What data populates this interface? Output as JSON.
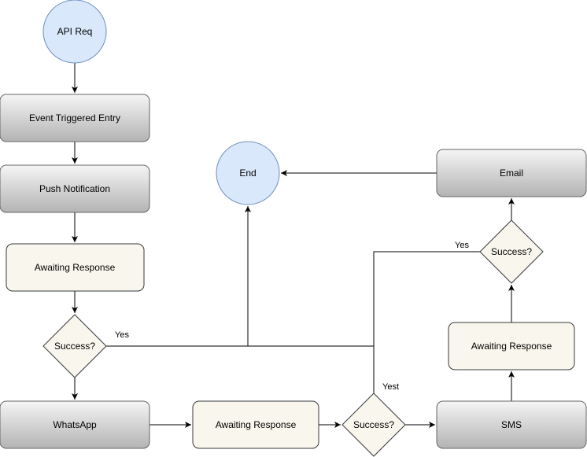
{
  "nodes": {
    "api_req": "API Req",
    "event_triggered_entry": "Event Triggered Entry",
    "push_notification": "Push Notification",
    "awaiting_response_1": "Awaiting Response",
    "success_1": "Success?",
    "whatsapp": "WhatsApp",
    "awaiting_response_2": "Awaiting Response",
    "success_2": "Success?",
    "sms": "SMS",
    "awaiting_response_3": "Awaiting Response",
    "success_3": "Success?",
    "email": "Email",
    "end": "End"
  },
  "edge_labels": {
    "yes_1": "Yes",
    "yest_2": "Yest",
    "yes_3": "Yes"
  },
  "colors": {
    "circle_fill": "#dae8fc",
    "circle_stroke": "#6c8ebf",
    "process_gradient_top": "#f5f5f5",
    "process_gradient_bottom": "#b3b3b3",
    "decision_fill": "#f9f7ed"
  }
}
